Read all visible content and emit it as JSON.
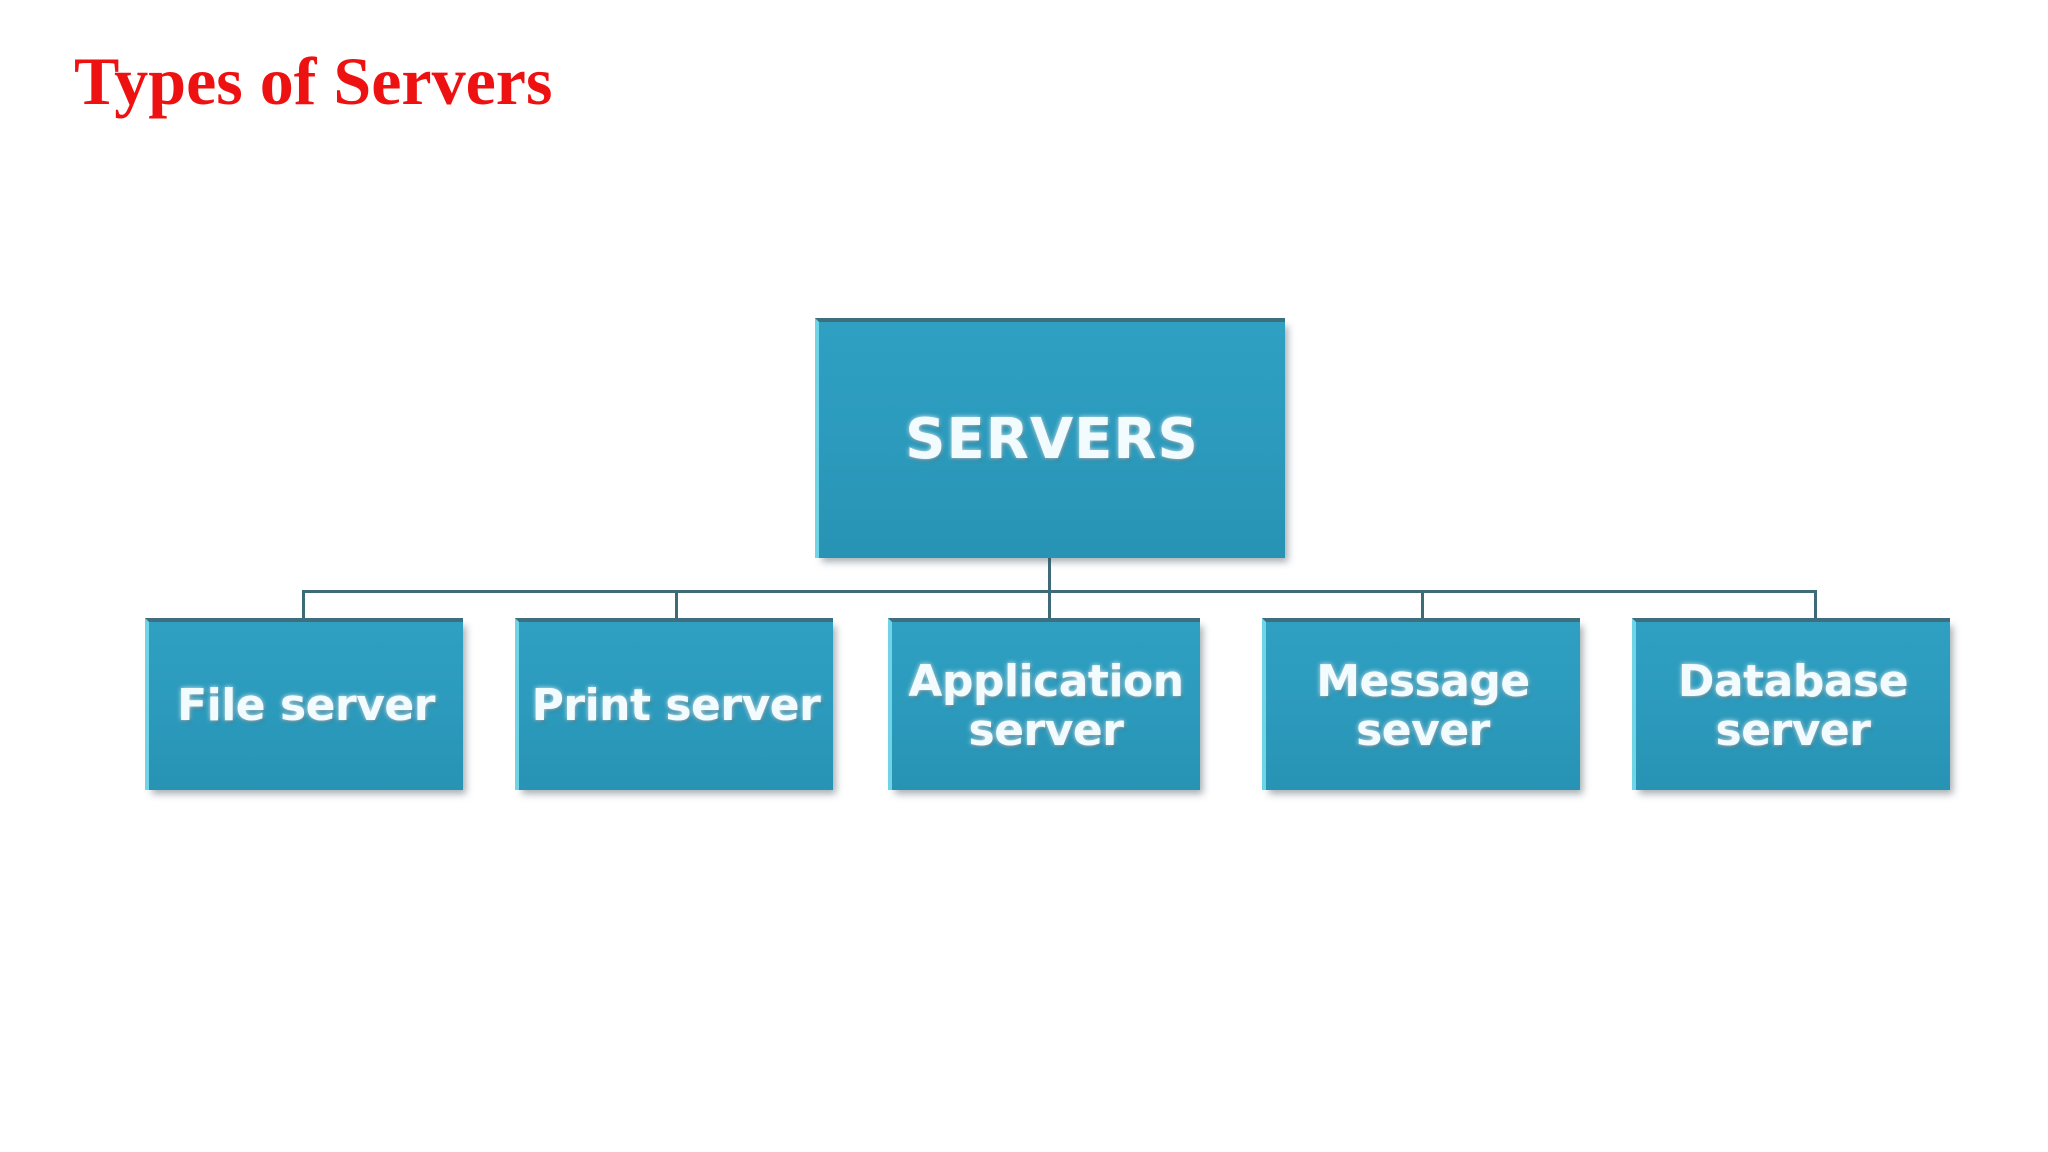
{
  "slide": {
    "title": "Types of Servers",
    "title_color": "#ee1111",
    "background_color": "#ffffff"
  },
  "diagram": {
    "type": "hierarchy-tree",
    "node_fill_color": "#2c9bbd",
    "node_text_color": "#f2fbfe",
    "connector_color": "#3f6b78",
    "root": {
      "label": "SERVERS"
    },
    "children": [
      {
        "label": "File server"
      },
      {
        "label": "Print server"
      },
      {
        "label": "Application\nserver"
      },
      {
        "label": "Message\nsever"
      },
      {
        "label": "Database\nserver"
      }
    ]
  }
}
